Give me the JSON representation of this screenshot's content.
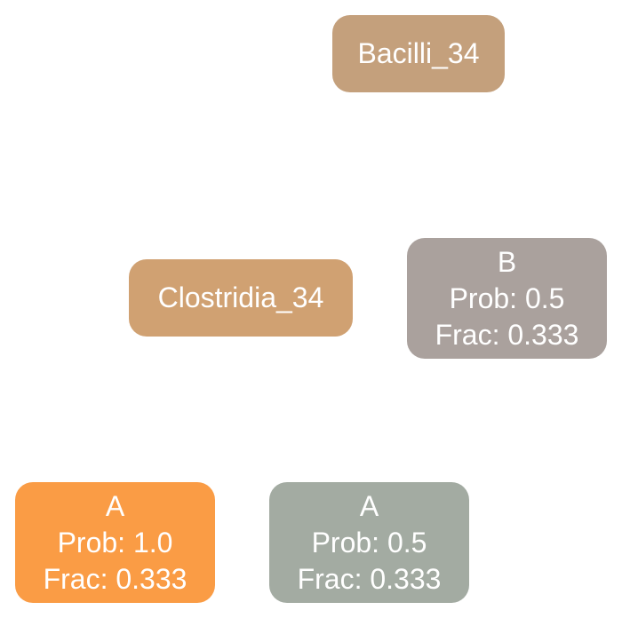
{
  "nodes": {
    "bacilli": {
      "label": "Bacilli_34",
      "color": "#c4a07c"
    },
    "clostridia": {
      "label": "Clostridia_34",
      "color": "#d0a172"
    },
    "leaf_b": {
      "label": "B",
      "prob": "Prob: 0.5",
      "frac": "Frac: 0.333",
      "color": "#aaa19d"
    },
    "leaf_a1": {
      "label": "A",
      "prob": "Prob: 1.0",
      "frac": "Frac: 0.333",
      "color": "#fa9c45"
    },
    "leaf_a2": {
      "label": "A",
      "prob": "Prob: 0.5",
      "frac": "Frac: 0.333",
      "color": "#a3aba2"
    }
  }
}
